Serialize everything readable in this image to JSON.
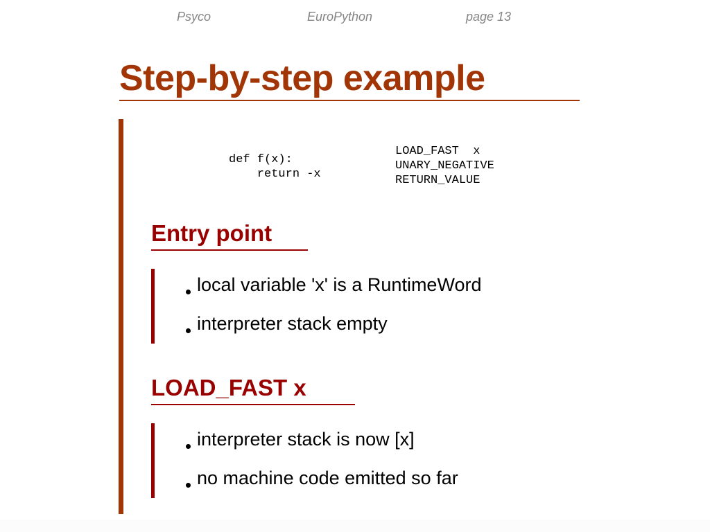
{
  "slide": {
    "header": {
      "left": "Psyco",
      "center": "EuroPython",
      "right": "page 13"
    },
    "title": "Step-by-step example",
    "colors": {
      "title": "#a13505",
      "accent_bar": "#a13505",
      "heading": "#990000",
      "group_bar": "#990000",
      "header_text": "#858585",
      "body_text": "#000000",
      "background": "#ffffff"
    },
    "code": {
      "python": "def f(x):\n    return -x",
      "bytecode": "LOAD_FAST  x\nUNARY_NEGATIVE\nRETURN_VALUE"
    },
    "sections": [
      {
        "heading": "Entry point",
        "bullets": [
          "local variable 'x' is a RuntimeWord",
          "interpreter stack empty"
        ]
      },
      {
        "heading": "LOAD_FAST x",
        "bullets": [
          "interpreter stack is now [x]",
          "no machine code emitted so far"
        ]
      }
    ]
  }
}
